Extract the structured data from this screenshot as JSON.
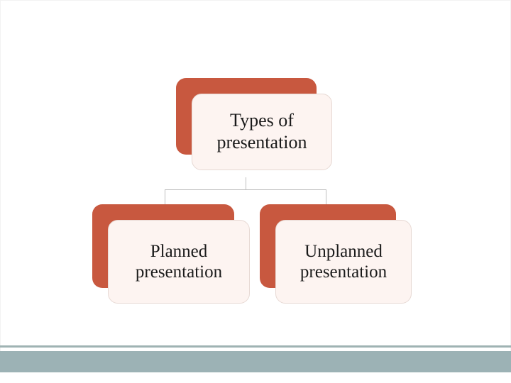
{
  "slide": {
    "background_color": "#ffffff",
    "accent_color": "#c8583f",
    "node_fill_color": "#fdf4f1",
    "band_color": "#9cb2b5",
    "connector_color": "#bfbfbf"
  },
  "diagram": {
    "type": "hierarchy",
    "nodes": [
      {
        "id": "top",
        "line1": "Types of",
        "line2": "presentation"
      },
      {
        "id": "left",
        "line1": "Planned",
        "line2": "presentation"
      },
      {
        "id": "right",
        "line1": "Unplanned",
        "line2": "presentation"
      }
    ]
  }
}
